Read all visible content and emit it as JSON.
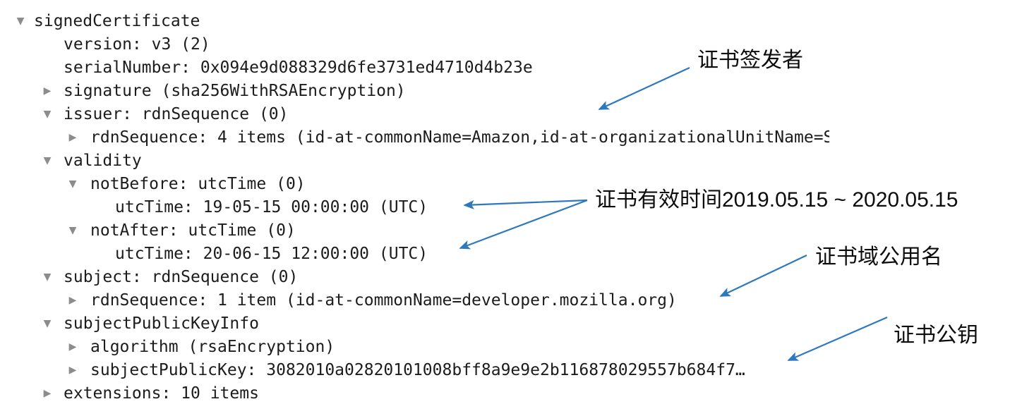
{
  "colors": {
    "arrow_blue": "#2e78bd",
    "tree_text": "#1c1c1c",
    "expander_gray": "#8c8c8c",
    "background": "#ffffff"
  },
  "icons": {
    "expanded_triangle": "▼",
    "collapsed_triangle": "▶"
  },
  "tree": {
    "rows": [
      {
        "level": 0,
        "expander": "expanded",
        "text": "signedCertificate"
      },
      {
        "level": 1,
        "expander": "none",
        "text": "version: v3 (2)"
      },
      {
        "level": 1,
        "expander": "none",
        "text": "serialNumber: 0x094e9d088329d6fe3731ed4710d4b23e"
      },
      {
        "level": 1,
        "expander": "collapsed",
        "text": "signature (sha256WithRSAEncryption)"
      },
      {
        "level": 1,
        "expander": "expanded",
        "text": "issuer: rdnSequence (0)"
      },
      {
        "level": 2,
        "expander": "collapsed",
        "text": "rdnSequence: 4 items (id-at-commonName=Amazon,id-at-organizationalUnitName=",
        "clipped_char": "S"
      },
      {
        "level": 1,
        "expander": "expanded",
        "text": "validity"
      },
      {
        "level": 2,
        "expander": "expanded",
        "text": "notBefore: utcTime (0)"
      },
      {
        "level": 3,
        "expander": "none",
        "text": "utcTime: 19-05-15 00:00:00 (UTC)"
      },
      {
        "level": 2,
        "expander": "expanded",
        "text": "notAfter: utcTime (0)"
      },
      {
        "level": 3,
        "expander": "none",
        "text": "utcTime: 20-06-15 12:00:00 (UTC)"
      },
      {
        "level": 1,
        "expander": "expanded",
        "text": "subject: rdnSequence (0)"
      },
      {
        "level": 2,
        "expander": "collapsed",
        "text": "rdnSequence: 1 item (id-at-commonName=developer.mozilla.org)"
      },
      {
        "level": 1,
        "expander": "expanded",
        "text": "subjectPublicKeyInfo"
      },
      {
        "level": 2,
        "expander": "collapsed",
        "text": "algorithm (rsaEncryption)"
      },
      {
        "level": 2,
        "expander": "collapsed",
        "text": "subjectPublicKey: 3082010a02820101008bff8a9e9e2b116878029557b684f7…"
      },
      {
        "level": 1,
        "expander": "collapsed",
        "text": "extensions: 10 items"
      }
    ]
  },
  "annotations": {
    "issuer": {
      "label": "证书签发者"
    },
    "validity": {
      "label": "证书有效时间2019.05.15 ~ 2020.05.15"
    },
    "common_name": {
      "label": "证书域公用名"
    },
    "public_key": {
      "label": "证书公钥"
    }
  }
}
